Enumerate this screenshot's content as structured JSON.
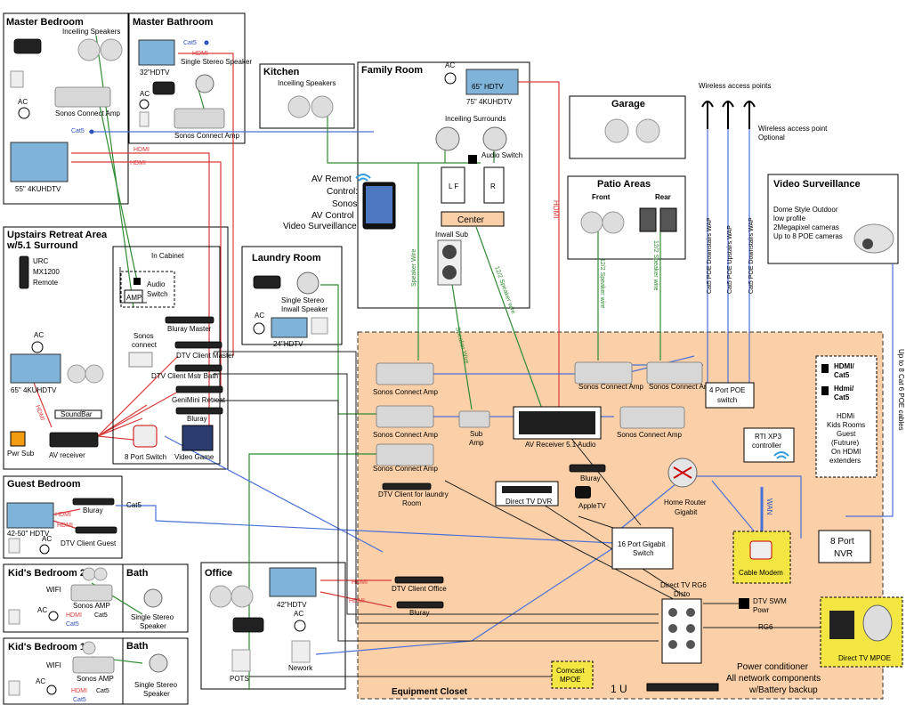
{
  "rooms": {
    "master_bedroom": {
      "title": "Master Bedroom",
      "inceiling": "Inceiling Speakers",
      "ac": "AC",
      "amp": "Sonos Connect Amp",
      "cat5": "Cat5",
      "hdmi1": "HDMI",
      "hdmi2": "HDMI",
      "tv": "55\" 4KUHDTV"
    },
    "master_bathroom": {
      "title": "Master Bathroom",
      "cat5": "Cat5",
      "hdmi": "HDMI",
      "tv": "32\"HDTV",
      "speaker": "Single Stereo Speaker",
      "ac": "AC",
      "amp": "Sonos Connect Amp"
    },
    "kitchen": {
      "title": "Kitchen",
      "inceiling": "Inceiling Speakers"
    },
    "family_room": {
      "title": "Family Room",
      "ac": "AC",
      "tv": "75\" 4KUHDTV",
      "tv_small": "65\" HDTV",
      "surrounds": "Inceiling Surrounds",
      "audio_switch": "Audio Switch",
      "lf": "L F",
      "r": "R",
      "center": "Center",
      "inwall_sub": "Inwall Sub"
    },
    "av_remote": {
      "line1": "AV Remot",
      "line2": "Control:",
      "line3": "Sonos",
      "line4": "AV  Control",
      "line5": "Video Surveillance"
    },
    "upstairs": {
      "title1": "Upstairs Retreat Area",
      "title2": "w/5.1 Surround",
      "in_cabinet": "In Cabinet",
      "remote1": "URC",
      "remote2": "MX1200",
      "remote3": "Remote",
      "amp": "AMP",
      "audio_switch1": "Audio",
      "audio_switch2": "Switch",
      "sonos1": "Sonos",
      "sonos2": "connect",
      "bluray_master": "Bluray Master",
      "dtv_master": "DTV Client Master",
      "dtv_mstr_bath": "DTV Client Mstr Bath",
      "genimini": "GeniMini Retreat",
      "bluray": "Bluray",
      "switch8": "8 Port Switch",
      "video_game": "Video Game",
      "ac": "AC",
      "tv": "65\" 4KUHDTV",
      "hdmi": "HDMI",
      "soundbar": "SoundBar",
      "pwr_sub": "Pwr Sub",
      "av_receiver": "AV receiver"
    },
    "laundry": {
      "title": "Laundry Room",
      "speaker1": "Single Stereo",
      "speaker2": "Inwall Speaker",
      "ac": "AC",
      "tv": "24\"HDTV"
    },
    "garage": {
      "title": "Garage"
    },
    "patio": {
      "title": "Patio Areas",
      "front": "Front",
      "rear": "Rear",
      "wire1": "12/2 Speaker wire",
      "wire2": "12/2 Speaker wire"
    },
    "wireless": {
      "title": "Wireless access points",
      "optional1": "Wireless access point",
      "optional2": "Optional",
      "wap1": "Cat5 POE Downstairs WAP",
      "wap2": "Cat5 POE Upstairs WAP",
      "wap3": "Cat5 POE Downstairs WAP"
    },
    "surveillance": {
      "title": "Video Surveillance",
      "l1": "Dome Style Outdoor",
      "l2": "low profile",
      "l3": "2Megapixel cameras",
      "l4": "Up to 8 POE cameras",
      "cable": "Up to 8 Cat 6 POE cables"
    },
    "guest": {
      "title": "Guest Bedroom",
      "bluray": "Bluray",
      "cat5": "Cat5",
      "tv": "42-50\" HDTV",
      "hdmi1": "HDMI",
      "hdmi2": "HDMI",
      "ac": "AC",
      "dtv": "DTV Client Guest"
    },
    "kids2": {
      "title": "Kid's Bedroom  2",
      "bath": "Bath",
      "wifi": "WIFI",
      "amp": "Sonos AMP",
      "ac": "AC",
      "hdmi": "HDMI",
      "cat5": "Cat5",
      "cat5b": "Cat5",
      "speaker1": "Single Stereo",
      "speaker2": "Speaker"
    },
    "kids1": {
      "title": "Kid's Bedroom  1",
      "bath": "Bath",
      "wifi": "WIFI",
      "amp": "Sonos AMP",
      "ac": "AC",
      "hdmi": "HDMI",
      "cat5": "Cat5",
      "cat5b": "Cat5",
      "speaker1": "Single Stereo",
      "speaker2": "Speaker"
    },
    "office": {
      "title": "Office",
      "hdmi1": "HDMI",
      "hdmi2": "HDMI",
      "tv": "42\"HDTV",
      "ac": "AC",
      "dtv": "DTV Client Office",
      "bluray": "Bluray",
      "pots": "POTS",
      "network": "Nework"
    },
    "closet": {
      "title": "Equipment Closet",
      "sonos_amp1": "Sonos Connect Amp",
      "sonos_amp2": "Sonos Connect Amp",
      "sonos_amp3": "Sonos Connect Amp",
      "sonos_amp4": "Sonos Connect Amp",
      "sonos_amp5": "Sonos Connect Amp",
      "sonos_amp6": "Sonos Connect Amp",
      "sub_amp1": "Sub",
      "sub_amp2": "Amp",
      "av_receiver": "AV Receiver 5.1 Audio",
      "poe_switch1": "4 Port POE",
      "poe_switch2": "switch",
      "rti1": "RTI  XP3",
      "rti2": "controller",
      "hdmi_cat5a1": "HDMI/",
      "hdmi_cat5a2": "Cat5",
      "hdmi_cat5b1": "Hdmi/",
      "hdmi_cat5b2": "Cat5",
      "hdmi_note1": "HDMi",
      "hdmi_note2": "Kids Rooms",
      "hdmi_note3": "Guest",
      "hdmi_note4": "(Futrure)",
      "hdmi_note5": "On HDMI",
      "hdmi_note6": "extenders",
      "dtv_laundry1": "DTV Client for laundry",
      "dtv_laundry2": "Room",
      "bluray": "Bluray",
      "direct_tv_dvr": "Direct TV DVR",
      "apple_tv": "AppleTV",
      "router1": "Home Router",
      "router2": "Gigabit",
      "wan": "WAN",
      "switch16a": "16 Port Gigabit",
      "switch16b": "Switch",
      "cable_modem": "Cable Modem",
      "nvr1": "8 Port",
      "nvr2": "NVR",
      "rg6_disto1": "Direct TV RG6",
      "rg6_disto2": "Disto",
      "swm1": "DTV SWM",
      "swm2": "Powr",
      "rg6": "RG6",
      "comcast1": "Comcast",
      "comcast2": "MPOE",
      "one_u": "1 U",
      "power1": "Power conditioner",
      "power2": "All network components",
      "power3": "w/Battery backup",
      "dtv_mpoe": "Direct TV MPOE"
    },
    "wire_labels": {
      "speaker_wire1": "Speaker Wire",
      "speaker_wire2": "Speaker Wire",
      "speaker_wire3": "12/2 Speaker wire",
      "hdmi_family": "HDMI"
    }
  }
}
